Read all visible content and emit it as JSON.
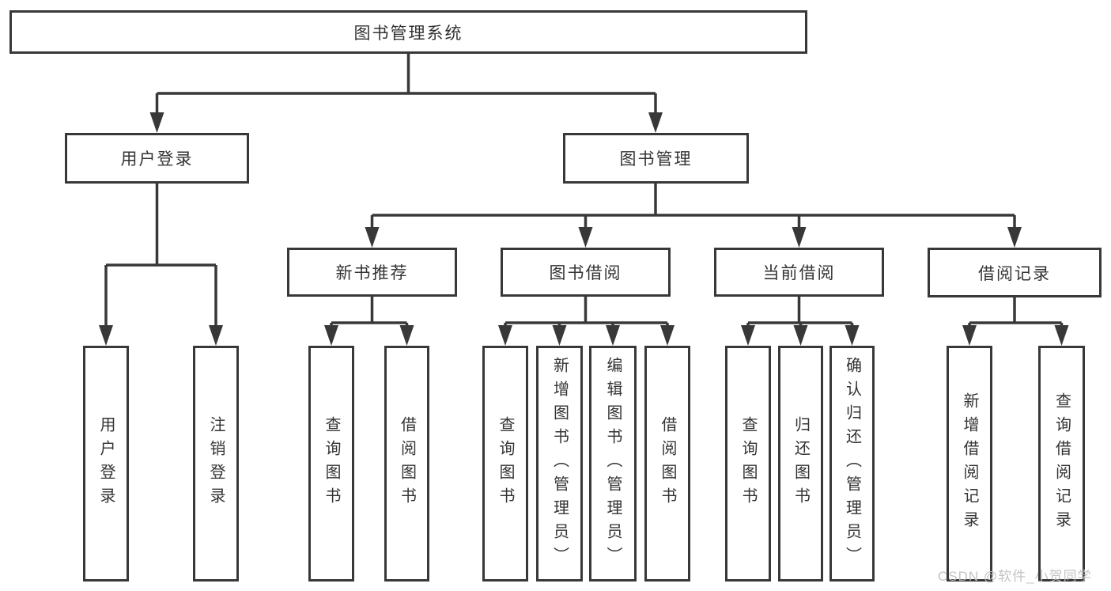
{
  "diagram": {
    "root": {
      "label": "图书管理系统"
    },
    "branches": [
      {
        "label": "用户登录",
        "children": [
          {
            "label": "用户登录"
          },
          {
            "label": "注销登录"
          }
        ]
      },
      {
        "label": "图书管理",
        "children": [
          {
            "label": "新书推荐",
            "children": [
              {
                "label": "查询图书"
              },
              {
                "label": "借阅图书"
              }
            ]
          },
          {
            "label": "图书借阅",
            "children": [
              {
                "label": "查询图书"
              },
              {
                "label": "新增图书（管理员）"
              },
              {
                "label": "编辑图书（管理员）"
              },
              {
                "label": "借阅图书"
              }
            ]
          },
          {
            "label": "当前借阅",
            "children": [
              {
                "label": "查询图书"
              },
              {
                "label": "归还图书"
              },
              {
                "label": "确认归还（管理员）"
              }
            ]
          },
          {
            "label": "借阅记录",
            "children": [
              {
                "label": "新增借阅记录"
              },
              {
                "label": "查询借阅记录"
              }
            ]
          }
        ]
      }
    ]
  },
  "watermark": {
    "text": "CSDN @软件_小贺同学"
  },
  "colors": {
    "line": "#383838",
    "box_border": "#383838",
    "box_background": "#ffffff",
    "text": "#333333",
    "watermark": "#c1c1c1"
  }
}
